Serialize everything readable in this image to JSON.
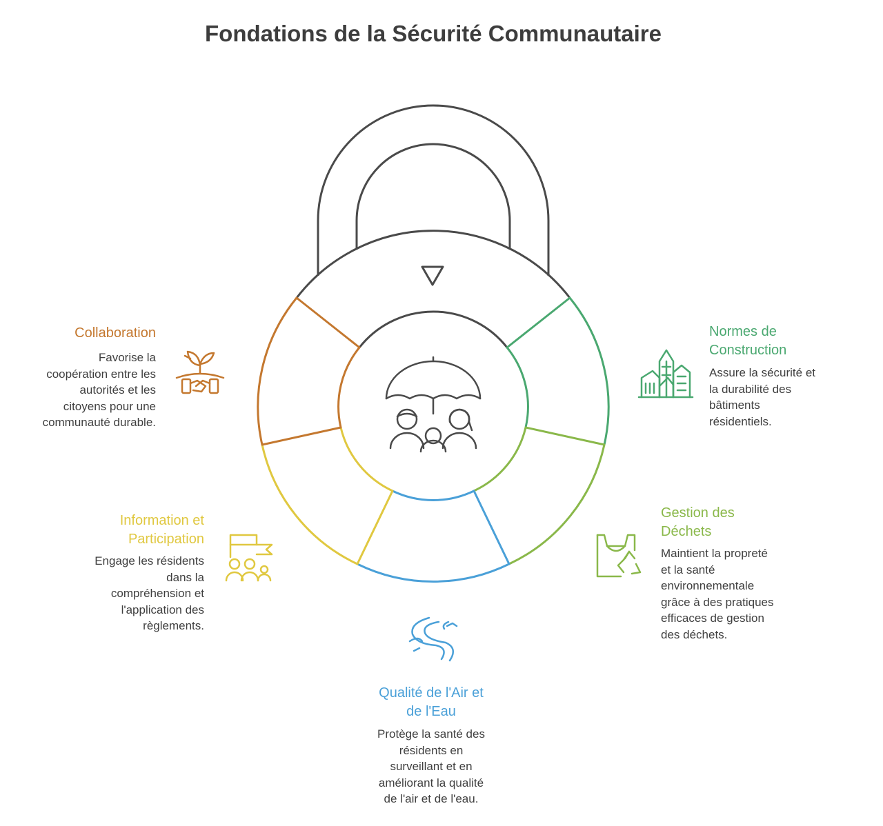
{
  "title": "Fondations de la Sécurité Communautaire",
  "colors": {
    "lock": "#4a4a4a",
    "collaboration": "#c4782f",
    "information": "#e0c840",
    "air_water": "#4aa0d8",
    "waste": "#8ab84a",
    "building": "#4aa870"
  },
  "sections": {
    "collaboration": {
      "heading": "Collaboration",
      "description": "Favorise la\ncoopération entre les\nautorités et les\ncitoyens pour une\ncommunauté durable.",
      "icon": "handshake-plant-icon"
    },
    "information": {
      "heading": "Information et\nParticipation",
      "description": "Engage les résidents\ndans la\ncompréhension et\nl'application des\nrèglements.",
      "icon": "people-flag-icon"
    },
    "air_water": {
      "heading": "Qualité de l'Air et\nde l'Eau",
      "description": "Protège la santé des\nrésidents en\nsurveillant et en\naméliorant la qualité\nde l'air et de l'eau.",
      "icon": "river-icon"
    },
    "waste": {
      "heading": "Gestion des\nDéchets",
      "description": "Maintient la propreté\net la santé\nenvironnementale\ngrâce à des pratiques\nefficaces de gestion\ndes déchets.",
      "icon": "recycle-bag-icon"
    },
    "building": {
      "heading": "Normes de\nConstruction",
      "description": "Assure la sécurité et\nla durabilité des\nbâtiments\nrésidentiels.",
      "icon": "buildings-icon"
    }
  },
  "center_icon": "family-umbrella-icon"
}
